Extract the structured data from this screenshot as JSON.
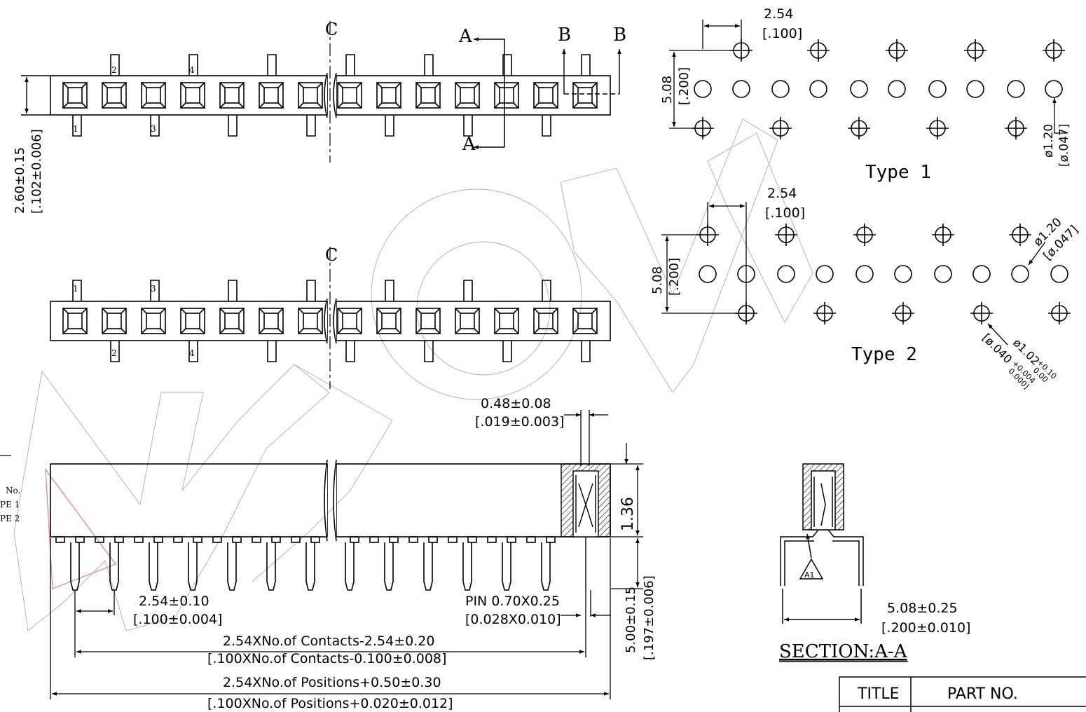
{
  "top_view": {
    "centerline": "C",
    "section_a": "A",
    "section_b": "B",
    "pin_numbers_upper": [
      "2",
      "4"
    ],
    "pin_numbers_lower": [
      "1",
      "3"
    ],
    "height_dim": "2.60±0.15",
    "height_dim_in": "[.102±0.006]"
  },
  "bottom_view": {
    "centerline": "C",
    "pin_numbers_upper": [
      "1",
      "3"
    ],
    "pin_numbers_lower": [
      "2",
      "4"
    ]
  },
  "side_view": {
    "pin_width": "0.48±0.08",
    "pin_width_in": "[.019±0.003]",
    "gap_dim": "1.36",
    "pin_length": "5.00±0.15",
    "pin_length_in": "[.197±0.006]",
    "pitch": "2.54±0.10",
    "pitch_in": "[.100±0.004]",
    "pin_size": "PIN 0.70X0.25",
    "pin_size_in": "[0.028X0.010]",
    "contacts_dim": "2.54XNo.of Contacts-2.54±0.20",
    "contacts_dim_in": "[.100XNo.of Contacts-0.100±0.008]",
    "positions_dim": "2.54XNo.of Positions+0.50±0.30",
    "positions_dim_in": "[.100XNo.of Positions+0.020±0.012]"
  },
  "type1": {
    "label": "Type 1",
    "pitch": "2.54",
    "pitch_in": "[.100]",
    "row_spacing": "5.08",
    "row_spacing_in": "[.200]",
    "hole_dia": "ø1.20",
    "hole_dia_in": "[ø.047]"
  },
  "type2": {
    "label": "Type 2",
    "pitch": "2.54",
    "pitch_in": "[.100]",
    "row_spacing": "5.08",
    "row_spacing_in": "[.200]",
    "hole_dia": "ø1.20",
    "hole_dia_in": "[ø.047]",
    "pad_dia": "ø1.02",
    "pad_tol_plus": "+0.10",
    "pad_tol_minus": "0.00",
    "pad_dia_in": "[ø.040",
    "pad_tol_in_plus": "+0.004",
    "pad_tol_in_minus": "0.000]"
  },
  "section": {
    "marker": "A1",
    "width": "5.08±0.25",
    "width_in": "[.200±0.010]",
    "title": "SECTION:A-A"
  },
  "left_cut": {
    "no": "No.",
    "type1": "PE 1",
    "type2": "PE 2"
  },
  "title_block": {
    "title_label": "TITLE",
    "part_label": "PART NO."
  }
}
